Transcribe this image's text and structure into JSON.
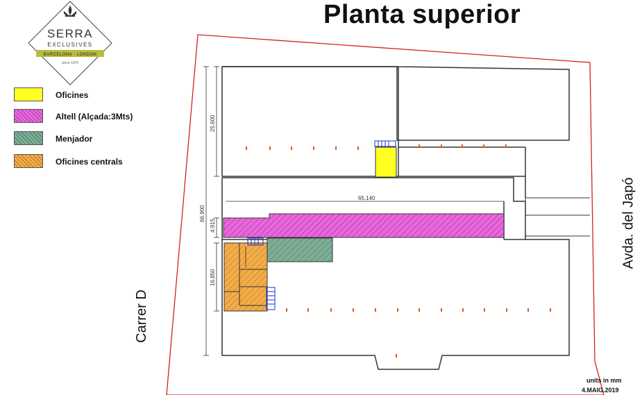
{
  "title": "Planta superior",
  "logo": {
    "brand": "SERRA",
    "sub": "EXCLUSIVES",
    "band": "BARCELONA · LONDON",
    "since": "since 1970"
  },
  "legend": [
    {
      "label": "Oficines",
      "color": "#ffff00"
    },
    {
      "label": "Altell (Alçada:3Mts)",
      "color": "#e25ad6"
    },
    {
      "label": "Menjador",
      "color": "#6e9e86"
    },
    {
      "label": "Oficines centrals",
      "color": "#f0a038"
    }
  ],
  "streets": {
    "left": "Carrer D",
    "right": "Avda. del Japó"
  },
  "dimensions": {
    "upper_block": "25.600",
    "total_depth": "66.900",
    "mezzanine": "4.915",
    "lower_block": "16.850",
    "length": "65.140"
  },
  "notes": {
    "units": "units in mm",
    "date": "4.MAIG.2019"
  },
  "colors": {
    "plot_boundary": "#d42020",
    "walls": "#333333",
    "columns": "#e05a1a"
  }
}
